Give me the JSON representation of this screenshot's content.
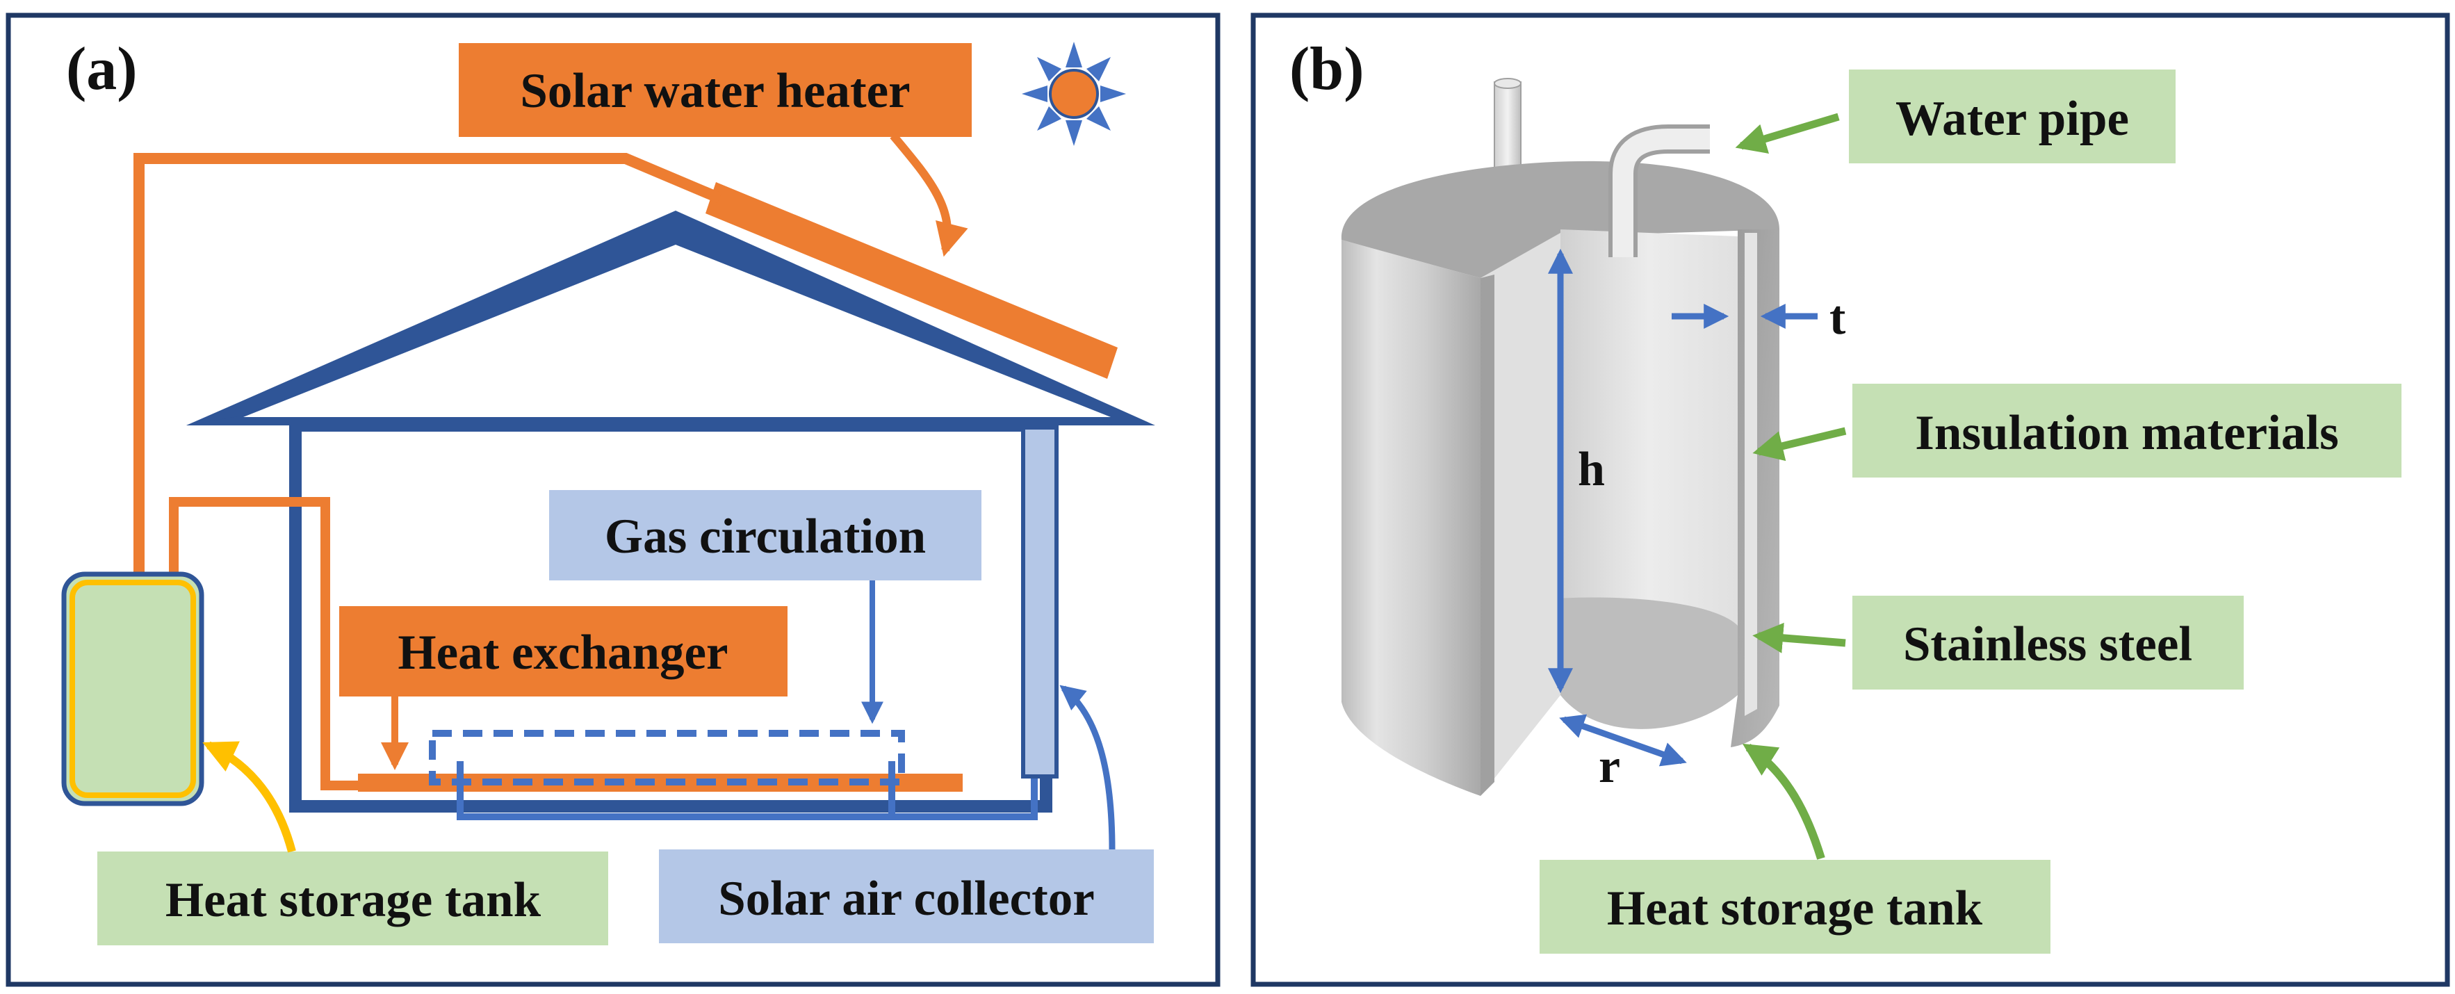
{
  "panel_a": {
    "tag": "(a)",
    "labels": {
      "solar_water_heater": "Solar water heater",
      "gas_circulation": "Gas circulation",
      "heat_exchanger": "Heat exchanger",
      "heat_storage_tank": "Heat storage tank",
      "solar_air_collector": "Solar air collector"
    }
  },
  "panel_b": {
    "tag": "(b)",
    "labels": {
      "water_pipe": "Water pipe",
      "insulation_materials": "Insulation materials",
      "stainless_steel": "Stainless steel",
      "heat_storage_tank": "Heat storage tank"
    },
    "dimensions": {
      "height": "h",
      "radius": "r",
      "thickness": "t"
    }
  },
  "colors": {
    "border": "#1f3864",
    "house": "#2f5597",
    "orange": "#ed7d31",
    "light_blue": "#b4c7e7",
    "blue_pipe": "#4472c4",
    "green_label": "#c5e0b4",
    "green_arrow": "#70ad47",
    "yellow_arrow": "#ffc000",
    "tank_green": "#c5e0b4"
  }
}
